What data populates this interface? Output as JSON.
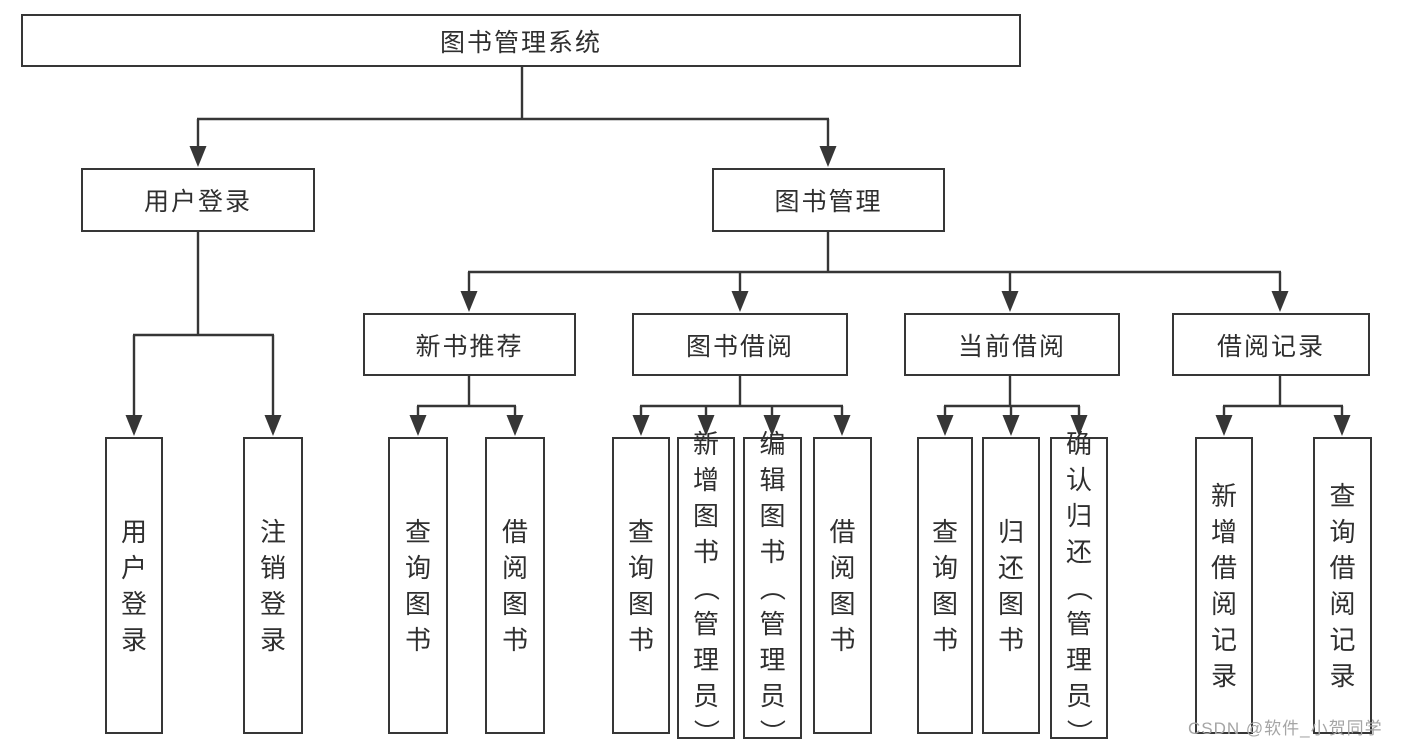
{
  "tree": {
    "label": "图书管理系统",
    "children": [
      {
        "label": "用户登录",
        "children": [
          {
            "label": "用户登录"
          },
          {
            "label": "注销登录"
          }
        ]
      },
      {
        "label": "图书管理",
        "children": [
          {
            "label": "新书推荐",
            "children": [
              {
                "label": "查询图书"
              },
              {
                "label": "借阅图书"
              }
            ]
          },
          {
            "label": "图书借阅",
            "children": [
              {
                "label": "查询图书"
              },
              {
                "label": "新增图书（管理员）"
              },
              {
                "label": "编辑图书（管理员）"
              },
              {
                "label": "借阅图书"
              }
            ]
          },
          {
            "label": "当前借阅",
            "children": [
              {
                "label": "查询图书"
              },
              {
                "label": "归还图书"
              },
              {
                "label": "确认归还（管理员）"
              }
            ]
          },
          {
            "label": "借阅记录",
            "children": [
              {
                "label": "新增借阅记录"
              },
              {
                "label": "查询借阅记录"
              }
            ]
          }
        ]
      }
    ]
  },
  "watermark": {
    "text": "CSDN @软件_小贺同学"
  },
  "colors": {
    "line": "#363636",
    "text": "#2f2f2f",
    "watermark": "#a5a5a5",
    "background": "#ffffff"
  }
}
